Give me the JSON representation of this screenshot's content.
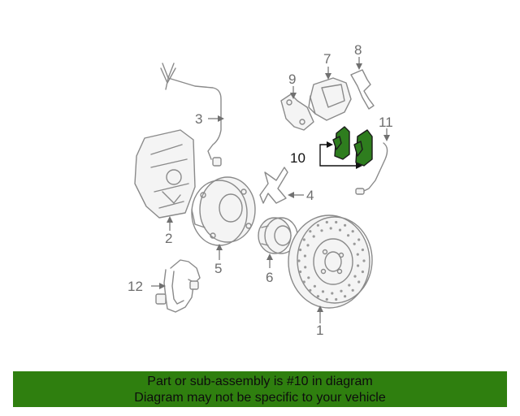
{
  "callouts": {
    "c1": "1",
    "c2": "2",
    "c3": "3",
    "c4": "4",
    "c5": "5",
    "c6": "6",
    "c7": "7",
    "c8": "8",
    "c9": "9",
    "c10": "10",
    "c11": "11",
    "c12": "12"
  },
  "caption": {
    "line1": "Part or sub-assembly is #10 in diagram",
    "line2": "Diagram may not be specific to your vehicle"
  },
  "colors": {
    "highlight_part": "#2e7d1e",
    "caption_bar": "#2f7f0f"
  }
}
